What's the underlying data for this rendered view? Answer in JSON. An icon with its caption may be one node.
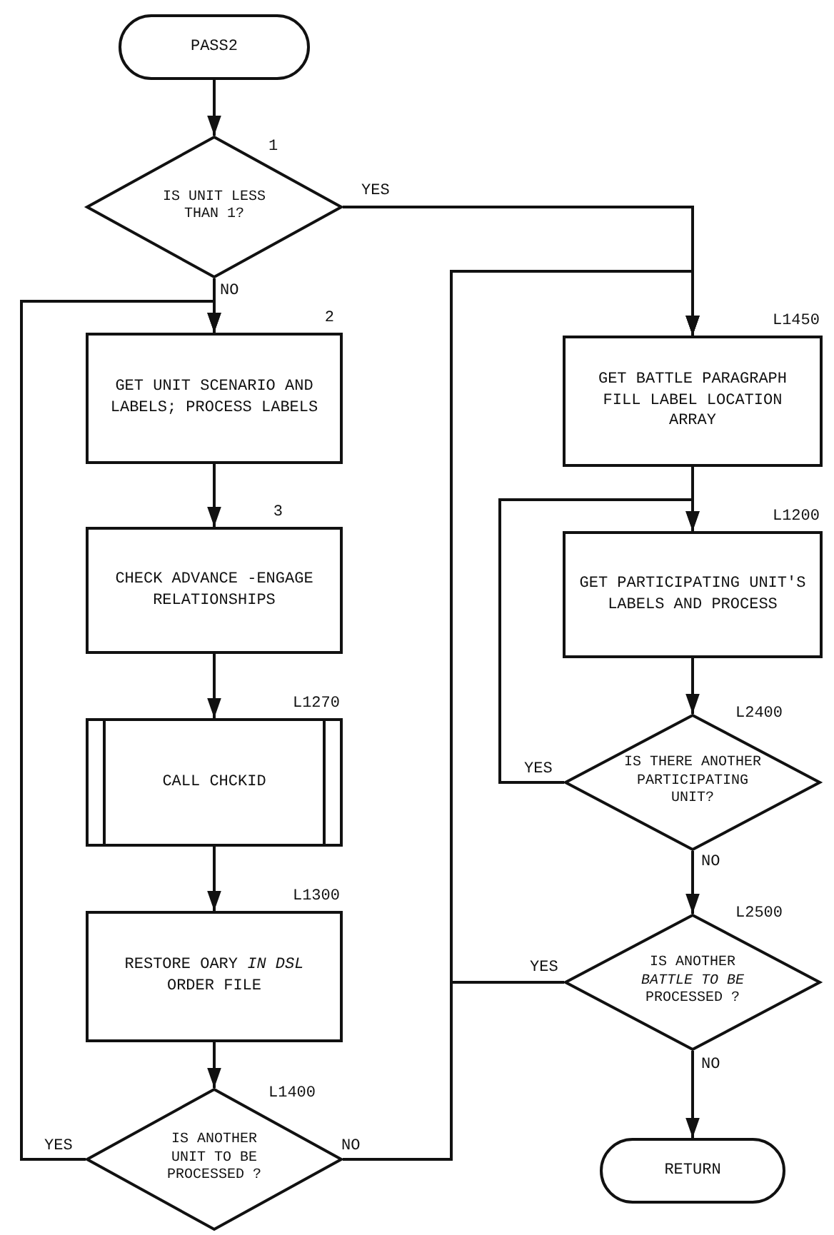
{
  "diagram": {
    "nodes": [
      {
        "text": [
          "PASS2"
        ]
      },
      {
        "text": [
          "IS UNIT LESS THAN 1?"
        ],
        "beside": [
          "1"
        ]
      },
      {
        "text": [
          "GET UNIT SCENARIO AND LABELS; PROCESS LABELS"
        ],
        "beside": [
          "2"
        ]
      },
      {
        "text": [
          "CHECK ADVANCE -ENGAGE RELATIONSHIPS"
        ],
        "beside": [
          "3"
        ]
      },
      {
        "text": [
          "CALL CHCKID"
        ],
        "beside": [
          "L1270"
        ]
      },
      {
        "text": [
          "RESTORE OARY *IN DSL* ORDER FILE"
        ],
        "beside": [
          "L1300"
        ]
      },
      {
        "text": [
          "IS ANOTHER UNIT TO BE PROCESSED ?"
        ],
        "beside": [
          "L1400"
        ]
      },
      {
        "text": [
          "GET BATTLE PARAGRAPH FILL LABEL LOCATION ARRAY"
        ],
        "beside": [
          "L1450"
        ]
      },
      {
        "text": [
          "GET PARTICIPATING UNIT'S LABELS AND PROCESS"
        ],
        "beside": [
          "L1200"
        ]
      },
      {
        "text": [
          "IS THERE ANOTHER PARTICIPATING UNIT?"
        ],
        "beside": [
          "L2400"
        ]
      },
      {
        "text": [
          "IS ANOTHER *BATTLE TO BE* PROCESSED ?"
        ],
        "beside": [
          "L2500"
        ]
      },
      {
        "text": [
          "RETURN"
        ]
      }
    ],
    "edges": [
      {
        "from": 0,
        "to": 1,
        "arrow": "to"
      },
      {
        "from": 1,
        "to": 7,
        "arrow": "to",
        "label": "YES"
      },
      {
        "from": 1,
        "to": 2,
        "arrow": "to",
        "label": "NO"
      },
      {
        "from": 2,
        "to": 3,
        "arrow": "to"
      },
      {
        "from": 3,
        "to": 4,
        "arrow": "to"
      },
      {
        "from": 4,
        "to": 5,
        "arrow": "to"
      },
      {
        "from": 5,
        "to": 6,
        "arrow": "to"
      },
      {
        "from": 6,
        "to": 2,
        "arrow": "to",
        "label": "YES"
      },
      {
        "from": 6,
        "to": 7,
        "arrow": "to",
        "label": "NO"
      },
      {
        "from": 7,
        "to": 8,
        "arrow": "to"
      },
      {
        "from": 8,
        "to": 9,
        "arrow": "to"
      },
      {
        "from": 9,
        "to": 8,
        "arrow": "to",
        "label": "YES"
      },
      {
        "from": 9,
        "to": 10,
        "arrow": "to",
        "label": "NO"
      },
      {
        "from": 10,
        "to": 7,
        "arrow": "to",
        "label": "YES"
      },
      {
        "from": 10,
        "to": 11,
        "arrow": "to",
        "label": "NO"
      }
    ]
  }
}
